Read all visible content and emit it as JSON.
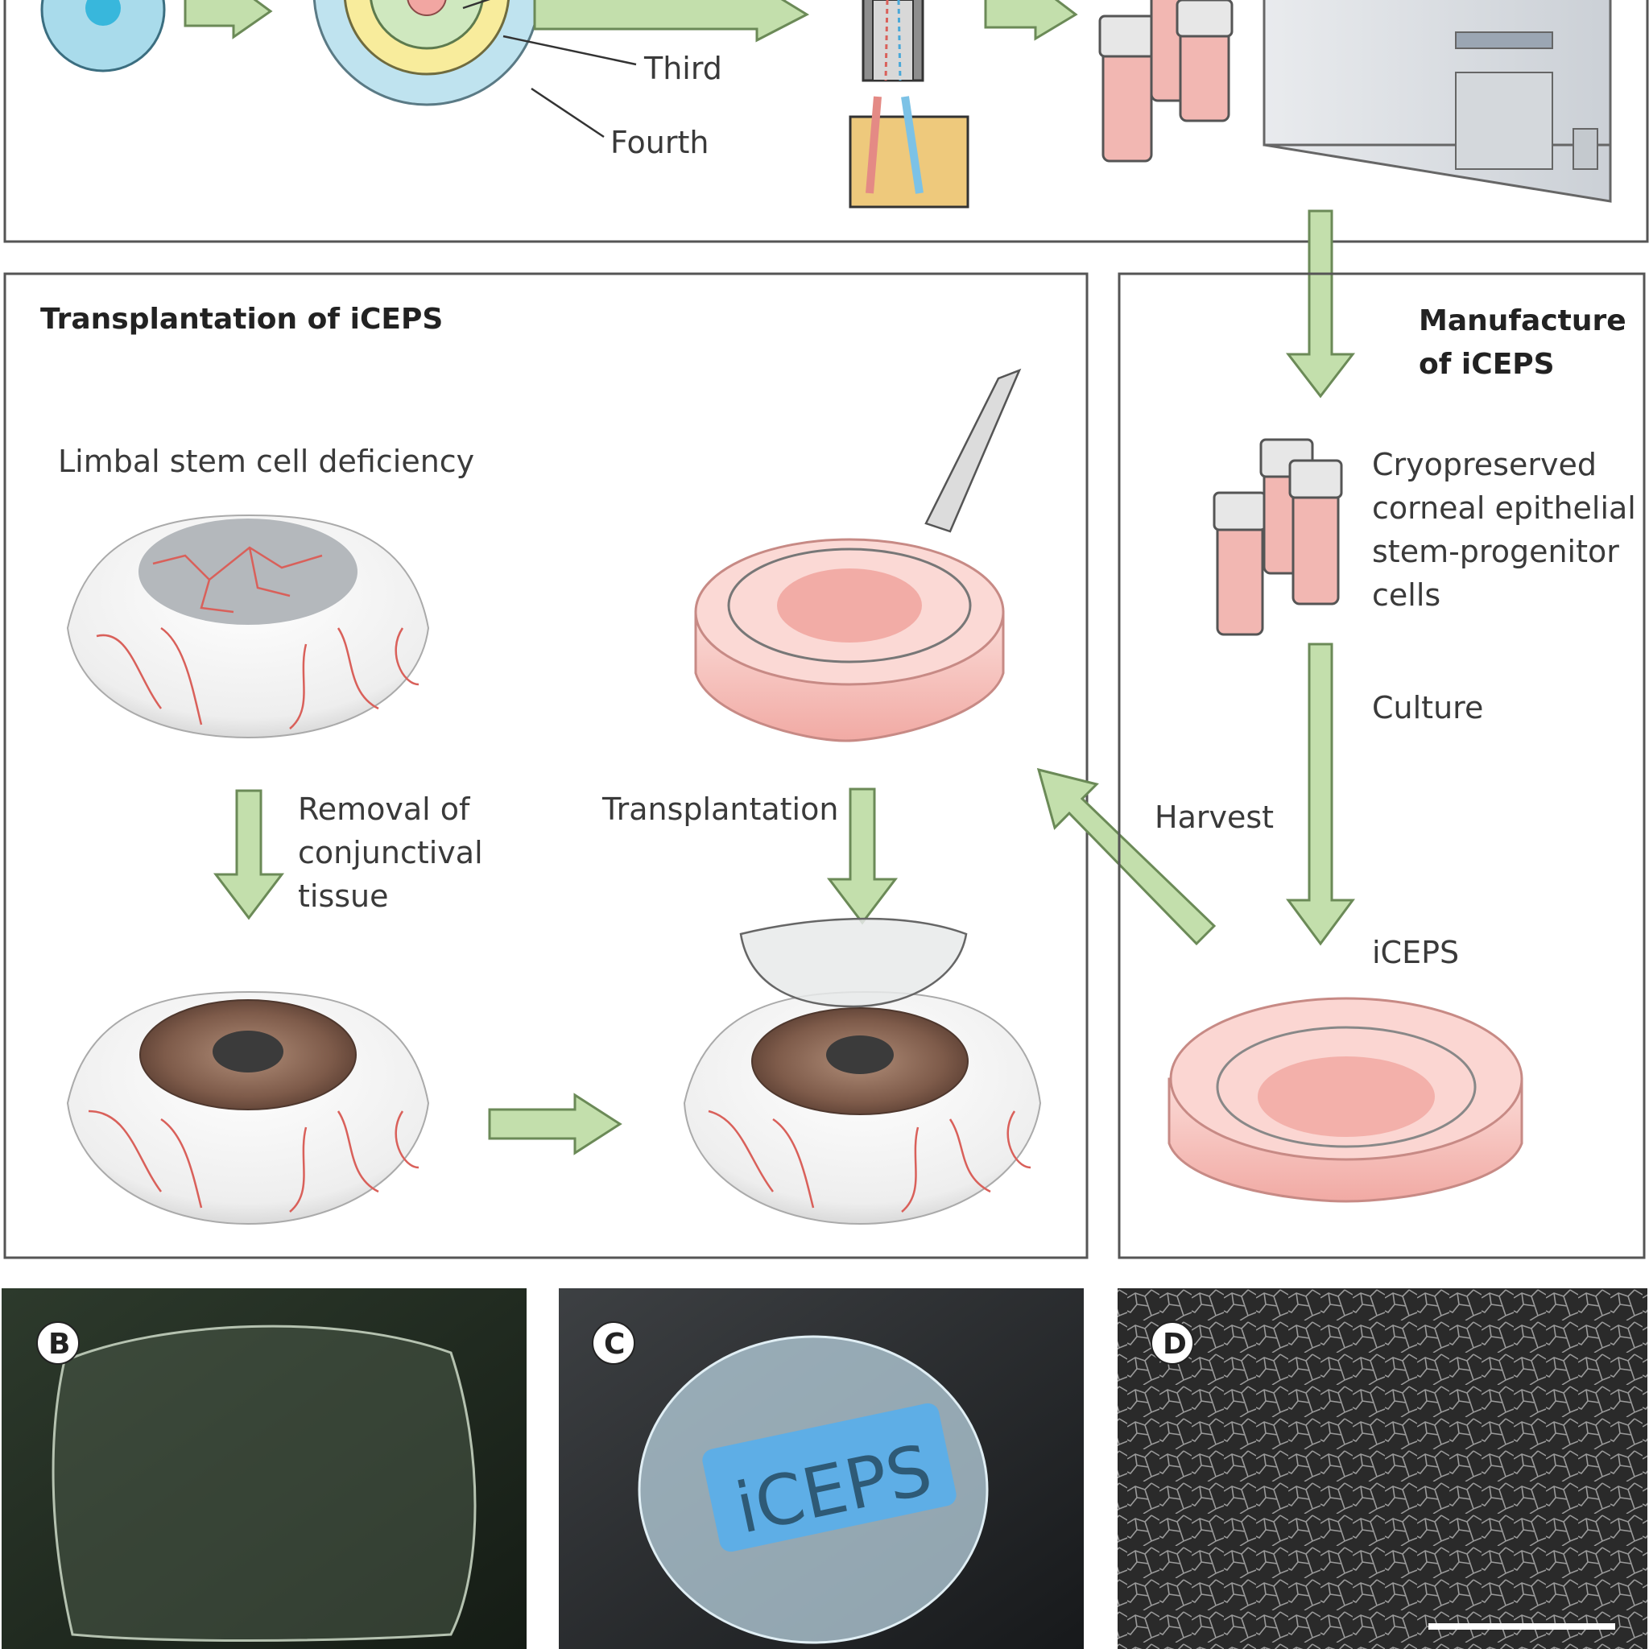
{
  "top_panel": {
    "ring_labels": [
      "Third",
      "Fourth"
    ]
  },
  "transplantation_panel": {
    "title": "Transplantation of iCEPS",
    "limbal_label": "Limbal stem cell deficiency",
    "removal_label": [
      "Removal of",
      "conjunctival",
      "tissue"
    ],
    "transplantation_label": "Transplantation"
  },
  "manufacture_panel": {
    "title": [
      "Manufacture",
      "of iCEPS"
    ],
    "cryo_label": [
      "Cryopreserved",
      "corneal epithelial",
      "stem-progenitor",
      "cells"
    ],
    "culture_label": "Culture",
    "harvest_label": "Harvest",
    "iceps_label": "iCEPS"
  },
  "photos": {
    "b_letter": "B",
    "c_letter": "C",
    "c_sheet_text": "iCEPS",
    "d_letter": "D"
  },
  "colors": {
    "arrow_fill": "#c3dfac",
    "arrow_stroke": "#6b8a57",
    "vessel": "#d9605a",
    "dish_pink": "#f6c7c3",
    "panel_border": "#555555"
  }
}
